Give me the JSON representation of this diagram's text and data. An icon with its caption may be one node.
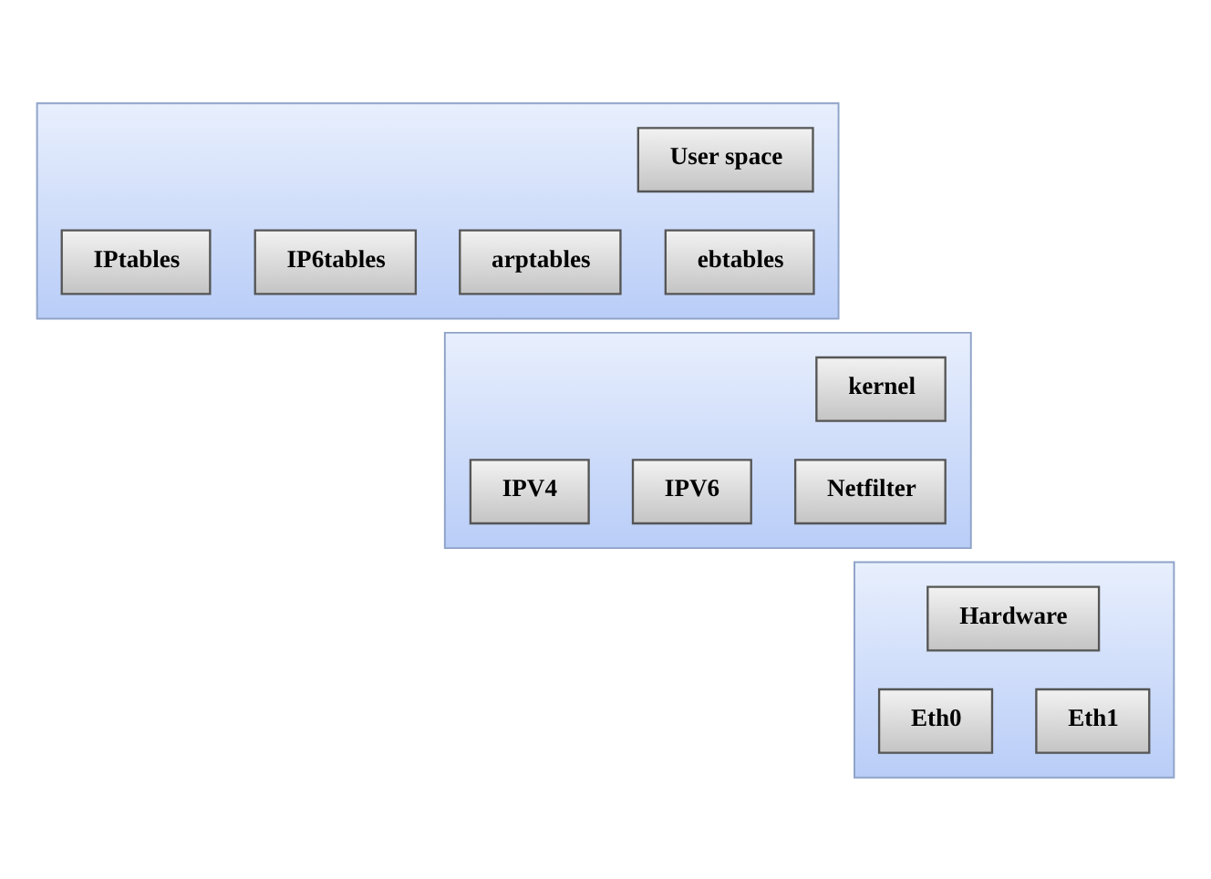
{
  "diagram": {
    "nodes": [
      {
        "text": [],
        "shape": "box"
      },
      {
        "text": [
          "User space"
        ],
        "in": 0
      },
      {
        "text": [
          "IPtables"
        ],
        "in": 0
      },
      {
        "text": [
          "IP6tables"
        ],
        "in": 0
      },
      {
        "text": [
          "arptables"
        ],
        "in": 0
      },
      {
        "text": [
          "ebtables"
        ],
        "in": 0
      },
      {
        "text": [],
        "shape": "box"
      },
      {
        "text": [
          "kernel"
        ],
        "in": 6
      },
      {
        "text": [
          "IPV4"
        ],
        "in": 6
      },
      {
        "text": [
          "IPV6"
        ],
        "in": 6
      },
      {
        "text": [
          "Netfilter"
        ],
        "in": 6
      },
      {
        "text": [],
        "shape": "box"
      },
      {
        "text": [
          "Hardware"
        ],
        "in": 11
      },
      {
        "text": [
          "Eth0"
        ],
        "in": 11
      },
      {
        "text": [
          "Eth1"
        ],
        "in": 11
      }
    ]
  }
}
